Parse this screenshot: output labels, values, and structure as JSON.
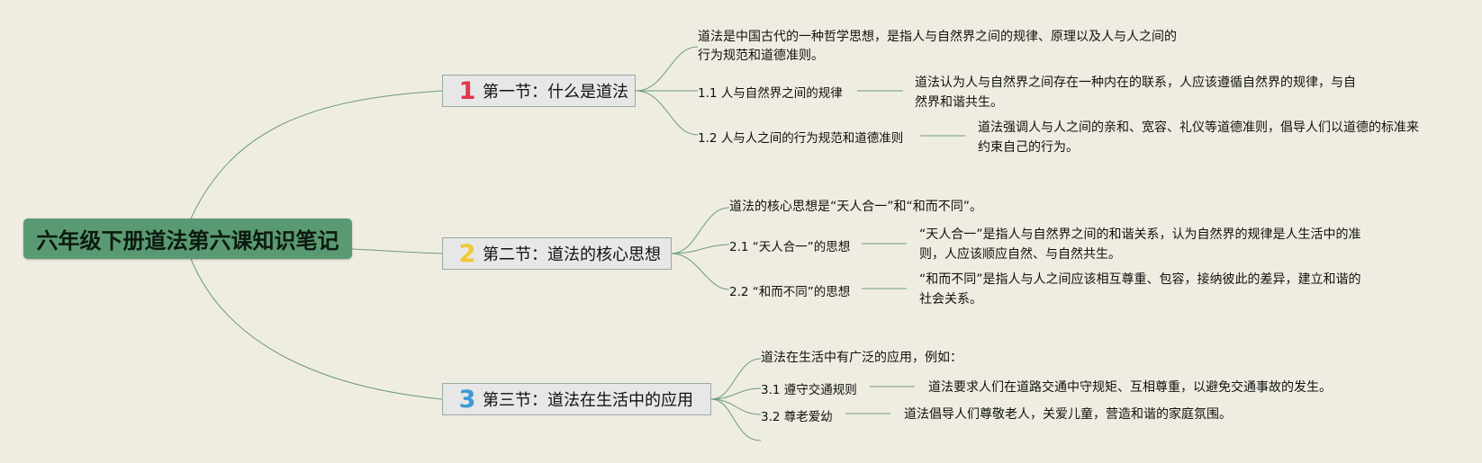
{
  "root": {
    "title": "六年级下册道法第六课知识笔记"
  },
  "colors": {
    "background": "#efede1",
    "root": "#5a9a72",
    "line": "#6d9a80",
    "num1": "#e2384a",
    "num2": "#f2c832",
    "num3": "#3a9ad6"
  },
  "sections": [
    {
      "number": "1",
      "title": "第一节：什么是道法",
      "intro": "道法是中国古代的一种哲学思想，是指人与自然界之间的规律、原理以及人与人之间的行为规范和道德准则。",
      "items": [
        {
          "label": "1.1 人与自然界之间的规律",
          "desc": "道法认为人与自然界之间存在一种内在的联系，人应该遵循自然界的规律，与自然界和谐共生。"
        },
        {
          "label": "1.2 人与人之间的行为规范和道德准则",
          "desc": "道法强调人与人之间的亲和、宽容、礼仪等道德准则，倡导人们以道德的标准来约束自己的行为。"
        }
      ]
    },
    {
      "number": "2",
      "title": "第二节：道法的核心思想",
      "intro": "道法的核心思想是“天人合一”和“和而不同”。",
      "items": [
        {
          "label": "2.1 “天人合一”的思想",
          "desc": "“天人合一”是指人与自然界之间的和谐关系，认为自然界的规律是人生活中的准则，人应该顺应自然、与自然共生。"
        },
        {
          "label": "2.2 “和而不同”的思想",
          "desc": "“和而不同”是指人与人之间应该相互尊重、包容，接纳彼此的差异，建立和谐的社会关系。"
        }
      ]
    },
    {
      "number": "3",
      "title": "第三节：道法在生活中的应用",
      "intro": "道法在生活中有广泛的应用，例如：",
      "items": [
        {
          "label": "3.1 遵守交通规则",
          "desc": "道法要求人们在道路交通中守规矩、互相尊重，以避免交通事故的发生。"
        },
        {
          "label": "3.2 尊老爱幼",
          "desc": "道法倡导人们尊敬老人，关爱儿童，营造和谐的家庭氛围。"
        }
      ]
    }
  ]
}
